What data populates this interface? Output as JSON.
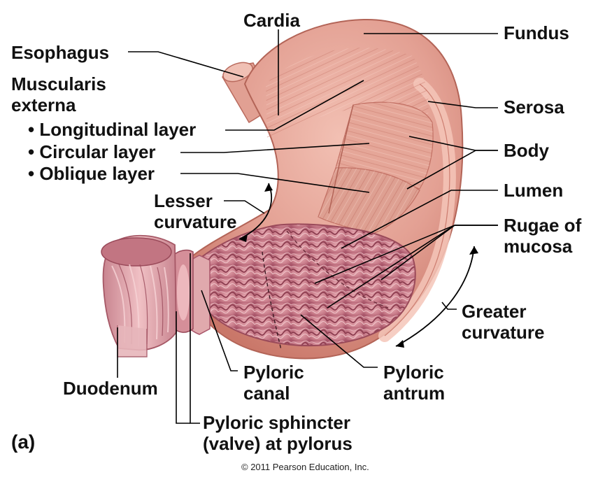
{
  "labels": {
    "cardia": "Cardia",
    "fundus": "Fundus",
    "esophagus": "Esophagus",
    "muscularis_line1": "Muscularis",
    "muscularis_line2": "externa",
    "longitudinal": "Longitudinal layer",
    "circular": "Circular layer",
    "oblique": "Oblique layer",
    "serosa": "Serosa",
    "body": "Body",
    "lumen": "Lumen",
    "lesser_line1": "Lesser",
    "lesser_line2": "curvature",
    "rugae_line1": "Rugae of",
    "rugae_line2": "mucosa",
    "greater_line1": "Greater",
    "greater_line2": "curvature",
    "duodenum": "Duodenum",
    "pyloric_canal_line1": "Pyloric",
    "pyloric_canal_line2": "canal",
    "pyloric_antrum_line1": "Pyloric",
    "pyloric_antrum_line2": "antrum",
    "sphincter_line1": "Pyloric sphincter",
    "sphincter_line2": "(valve) at pylorus"
  },
  "panel_tag": "(a)",
  "copyright": "© 2011 Pearson Education, Inc.",
  "colors": {
    "muscle_outer": "#d98e83",
    "muscle_mid": "#e6a79b",
    "muscle_light": "#f2c2b6",
    "serosa_rim": "#efb2a3",
    "mucosa_base": "#c97a86",
    "rugae_dark": "#8f3f52",
    "rugae_light": "#f3c4c8",
    "leader": "#000000"
  }
}
